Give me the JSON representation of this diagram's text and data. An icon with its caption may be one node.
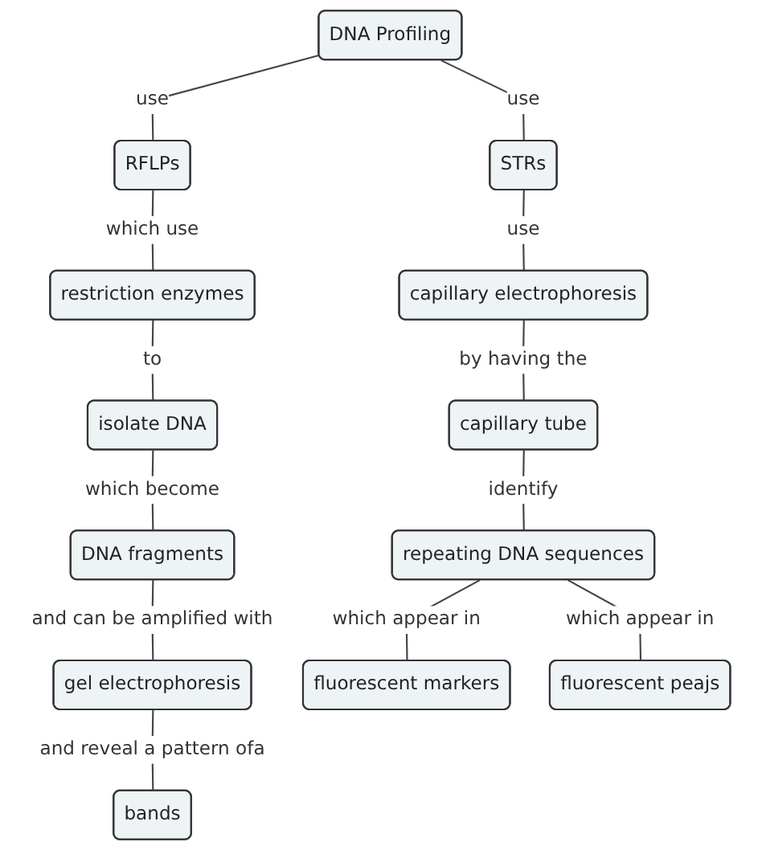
{
  "diagram": {
    "nodes": [
      {
        "text": [
          "DNA Profiling"
        ]
      },
      {
        "text": [
          "RFLPs"
        ]
      },
      {
        "text": [
          "STRs"
        ]
      },
      {
        "text": [
          "capillary electrophoresis"
        ]
      },
      {
        "text": [
          "restriction enzymes"
        ]
      },
      {
        "text": [
          "capillary tube"
        ]
      },
      {
        "text": [
          "isolate DNA"
        ]
      },
      {
        "text": [
          "repeating DNA sequences"
        ]
      },
      {
        "text": [
          "DNA fragments"
        ]
      },
      {
        "text": [
          "fluorescent markers"
        ]
      },
      {
        "text": [
          "fluorescent peajs"
        ]
      },
      {
        "text": [
          "gel electrophoresis"
        ]
      },
      {
        "text": [
          "bands"
        ]
      }
    ],
    "edges": [
      {
        "from": 0,
        "to": 1,
        "arrow": "none",
        "label": "use"
      },
      {
        "from": 0,
        "to": 2,
        "arrow": "none",
        "label": "use"
      },
      {
        "from": 1,
        "to": 4,
        "arrow": "none",
        "label": "which use"
      },
      {
        "from": 2,
        "to": 3,
        "arrow": "none",
        "label": "use"
      },
      {
        "from": 3,
        "to": 5,
        "arrow": "none",
        "label": "by having the"
      },
      {
        "from": 4,
        "to": 6,
        "arrow": "none",
        "label": "to"
      },
      {
        "from": 5,
        "to": 7,
        "arrow": "none",
        "label": "identify"
      },
      {
        "from": 6,
        "to": 8,
        "arrow": "none",
        "label": "which become"
      },
      {
        "from": 7,
        "to": 9,
        "arrow": "none",
        "label": "which appear in"
      },
      {
        "from": 7,
        "to": 10,
        "arrow": "none",
        "label": "which appear in"
      },
      {
        "from": 8,
        "to": 11,
        "arrow": "none",
        "label": "and can be amplified with"
      },
      {
        "from": 11,
        "to": 12,
        "arrow": "none",
        "label": "and reveal a pattern ofa"
      }
    ]
  }
}
